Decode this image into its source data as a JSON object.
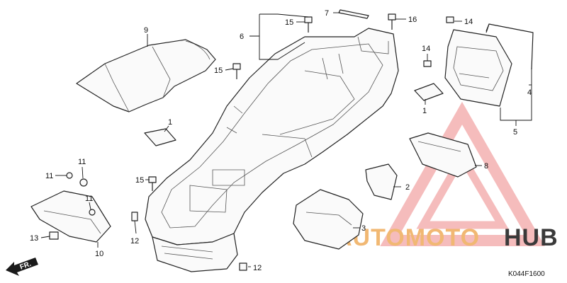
{
  "callouts": [
    {
      "id": "c1a",
      "label": "1"
    },
    {
      "id": "c1b",
      "label": "1"
    },
    {
      "id": "c2",
      "label": "2"
    },
    {
      "id": "c3",
      "label": "3"
    },
    {
      "id": "c4",
      "label": "4"
    },
    {
      "id": "c5",
      "label": "5"
    },
    {
      "id": "c6",
      "label": "6"
    },
    {
      "id": "c7",
      "label": "7"
    },
    {
      "id": "c8",
      "label": "8"
    },
    {
      "id": "c9",
      "label": "9"
    },
    {
      "id": "c10",
      "label": "10"
    },
    {
      "id": "c11a",
      "label": "11"
    },
    {
      "id": "c11b",
      "label": "11"
    },
    {
      "id": "c11c",
      "label": "11"
    },
    {
      "id": "c12a",
      "label": "12"
    },
    {
      "id": "c12b",
      "label": "12"
    },
    {
      "id": "c13",
      "label": "13"
    },
    {
      "id": "c14a",
      "label": "14"
    },
    {
      "id": "c14b",
      "label": "14"
    },
    {
      "id": "c15a",
      "label": "15"
    },
    {
      "id": "c15b",
      "label": "15"
    },
    {
      "id": "c15c",
      "label": "15"
    },
    {
      "id": "c16",
      "label": "16"
    }
  ],
  "diagram_code": "K044F1600",
  "direction_label": "FR.",
  "watermark": {
    "part1": "AUTOMOTO",
    "part2": "HUB"
  },
  "colors": {
    "line": "#222222",
    "watermark_triangle": "#f2a6a6",
    "watermark_orange": "#f1b873",
    "watermark_dark": "#3a3a3a"
  }
}
